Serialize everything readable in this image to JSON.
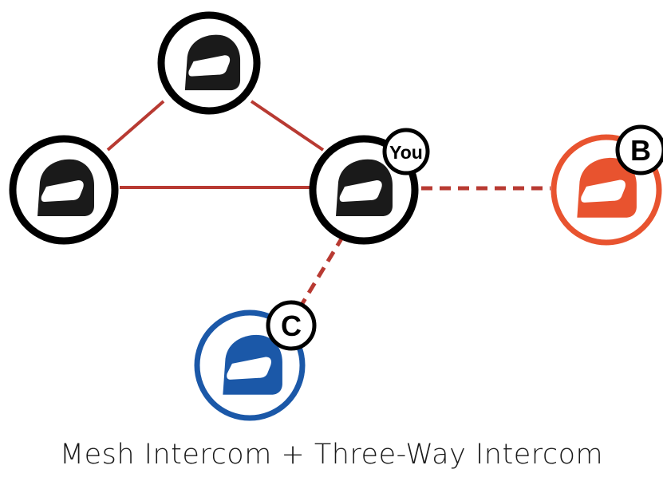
{
  "caption": "Mesh Intercom + Three-Way Intercom",
  "colors": {
    "mesh_link": "#b83a32",
    "node_outline": "#000000",
    "helmet_default": "#1a1a1a",
    "helmet_b": "#e8532f",
    "helmet_c": "#1b58a8"
  },
  "nodes": [
    {
      "id": "top",
      "icon": "helmet-icon",
      "badge": ""
    },
    {
      "id": "left",
      "icon": "helmet-icon",
      "badge": ""
    },
    {
      "id": "you",
      "icon": "helmet-icon",
      "badge": "You"
    },
    {
      "id": "b",
      "icon": "helmet-icon",
      "badge": "B"
    },
    {
      "id": "c",
      "icon": "helmet-icon",
      "badge": "C"
    }
  ],
  "links": [
    {
      "from": "top",
      "to": "left",
      "style": "solid"
    },
    {
      "from": "top",
      "to": "you",
      "style": "solid"
    },
    {
      "from": "left",
      "to": "you",
      "style": "solid"
    },
    {
      "from": "you",
      "to": "b",
      "style": "dashed"
    },
    {
      "from": "you",
      "to": "c",
      "style": "dashed"
    }
  ]
}
